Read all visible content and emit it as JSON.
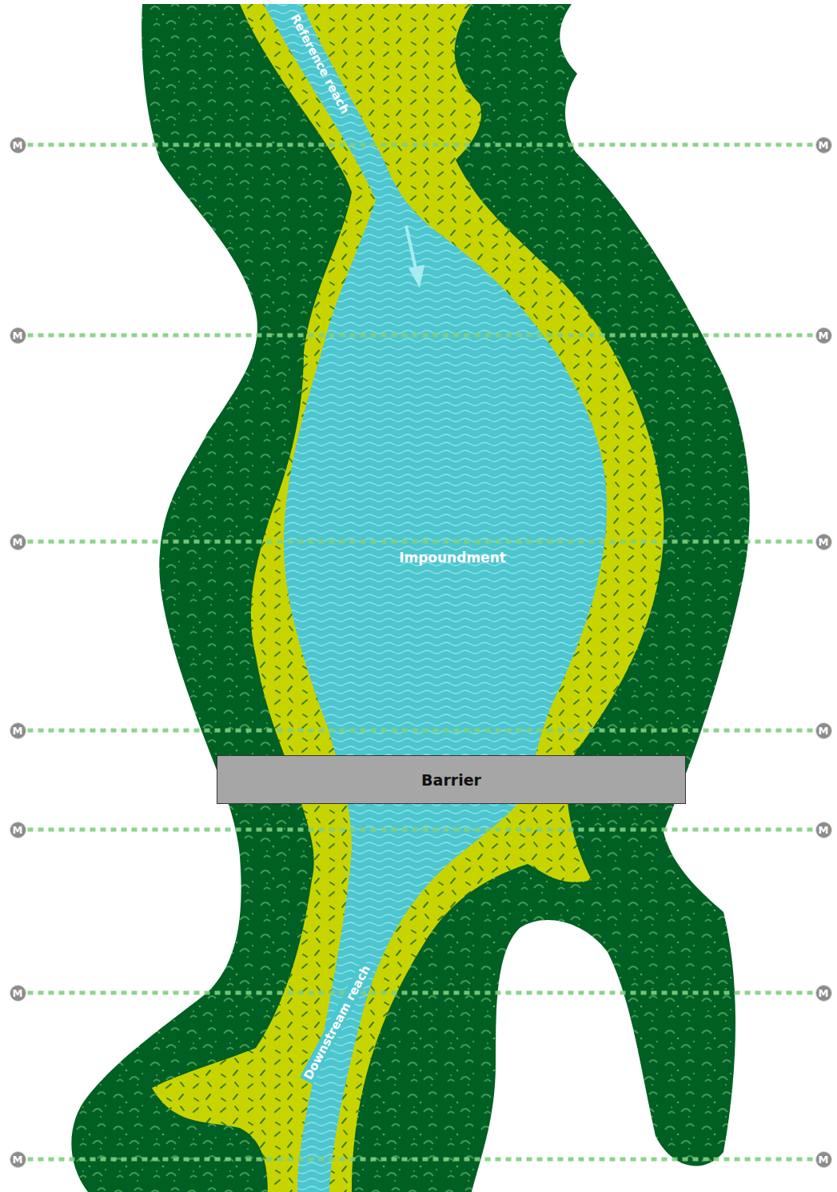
{
  "diagram": {
    "nodes": [
      {
        "text": [
          "M"
        ]
      },
      {
        "text": [
          "M"
        ]
      },
      {
        "text": [
          "M"
        ]
      },
      {
        "text": [
          "M"
        ]
      },
      {
        "text": [
          "M"
        ]
      },
      {
        "text": [
          "M"
        ]
      },
      {
        "text": [
          "M"
        ]
      },
      {
        "text": [
          "M"
        ]
      },
      {
        "text": [
          "Barrier"
        ]
      },
      {
        "text": [
          "M"
        ]
      },
      {
        "text": [
          "M"
        ]
      },
      {
        "text": [
          "M"
        ]
      },
      {
        "text": [
          "M"
        ]
      },
      {
        "text": [
          "M"
        ]
      },
      {
        "text": [
          "M"
        ]
      }
    ],
    "edges": [
      {
        "from": 0,
        "to": 1,
        "arrow": "none"
      },
      {
        "from": 2,
        "to": 3,
        "arrow": "none"
      },
      {
        "from": 4,
        "to": 5,
        "arrow": "none"
      },
      {
        "from": 6,
        "to": 7,
        "arrow": "none"
      },
      {
        "from": 9,
        "to": 10,
        "arrow": "none"
      },
      {
        "from": 11,
        "to": 12,
        "arrow": "none"
      },
      {
        "from": 13,
        "to": 14,
        "arrow": "none"
      }
    ],
    "labels": [
      "Reference reach",
      "Impoundment",
      "Downstream reach"
    ]
  }
}
